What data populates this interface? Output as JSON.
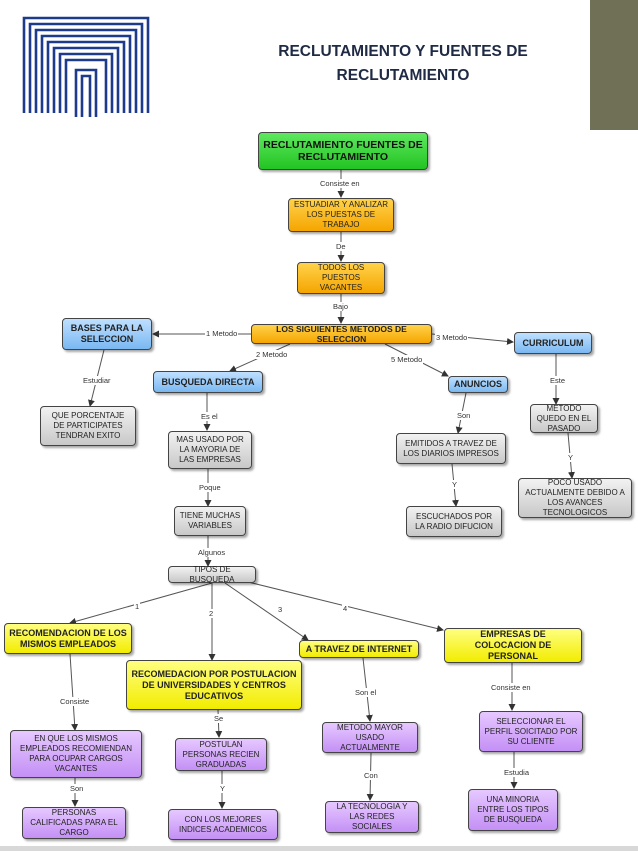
{
  "header": {
    "title": "RECLUTAMIENTO Y FUENTES DE RECLUTAMIENTO"
  },
  "colors": {
    "title": "#1f2a44",
    "logo": "#1e3a8a",
    "root": "#22c422",
    "process": "#f5a500",
    "method": "#7ab8f2",
    "info": "#c8c8c8",
    "type": "#f2ec00",
    "detail": "#c490f5",
    "sidebar": "#707057"
  },
  "map": {
    "nodes": {
      "root": "RECLUTAMIENTO FUENTES DE RECLUTAMIENTO",
      "estudiar": "ESTUADIAR Y ANALIZAR LOS PUESTAS DE TRABAJO",
      "todos": "TODOS LOS PUESTOS VACANTES",
      "metodos": "LOS SIGUIENTES METODOS DE SELECCION",
      "bases": "BASES PARA LA SELECCION",
      "busqueda": "BUSQUEDA DIRECTA",
      "anuncios": "ANUNCIOS",
      "curriculum": "CURRICULUM",
      "porcentaje": "QUE PORCENTAJE DE PARTICIPATES TENDRAN EXITO",
      "masusado": "MAS USADO POR LA MAYORIA DE LAS EMPRESAS",
      "emitidos": "EMITIDOS A TRAVEZ DE LOS DIARIOS IMPRESOS",
      "metodoquedo": "METODO QUEDO EN EL PASADO",
      "pocousado": "POCO USADO ACTUALMENTE DEBIDO A LOS AVANCES TECNOLOGICOS",
      "escuchados": "ESCUCHADOS POR LA RADIO DIFUCION",
      "tiene": "TIENE MUCHAS VARIABLES",
      "tipos": "TIPOS DE BUSQUEDA",
      "recomendacion": "RECOMENDACION DE LOS MISMOS EMPLEADOS",
      "postulacion": "RECOMEDACION POR POSTULACION DE UNIVERSIDADES Y CENTROS EDUCATIVOS",
      "internet": "A TRAVEZ DE INTERNET",
      "empresas": "EMPRESAS DE COLOCACION DE PERSONAL",
      "enque": "EN QUE LOS MISMOS EMPLEADOS RECOMIENDAN PARA OCUPAR CARGOS VACANTES",
      "postulan": "POSTULAN PERSONAS RECIEN GRADUADAS",
      "metodomayor": "METODO MAYOR USADO ACTUALMENTE",
      "seleccionar": "SELECCIONAR EL PERFIL SOICITADO POR SU CLIENTE",
      "calificadas": "PERSONAS CALIFICADAS PARA EL CARGO",
      "mejores": "CON LOS MEJORES INDICES ACADEMICOS",
      "tecnologia": "LA TECNOLOGIA Y LAS REDES SOCIALES",
      "minoria": "UNA MINORIA ENTRE LOS TIPOS DE BUSQUEDA"
    },
    "links": {
      "consiste_en": "Consiste en",
      "de": "De",
      "bajo": "Bajo",
      "m1": "1 Metodo",
      "m2": "2 Metodo",
      "m3": "3 Metodo",
      "m5": "5 Metodo",
      "estudiar": "Estudiar",
      "es_el": "Es el",
      "son_anuncios": "Son",
      "este": "Este",
      "y_curr": "Y",
      "y_anun": "Y",
      "poque": "Poque",
      "algunos": "Algunos",
      "t1": "1",
      "t2": "2",
      "t3": "3",
      "t4": "4",
      "consiste": "Consiste",
      "se": "Se",
      "son_el": "Son el",
      "consiste_en2": "Consiste en",
      "son_rec": "Son",
      "y_post": "Y",
      "con": "Con",
      "estudia": "Estudia"
    }
  }
}
